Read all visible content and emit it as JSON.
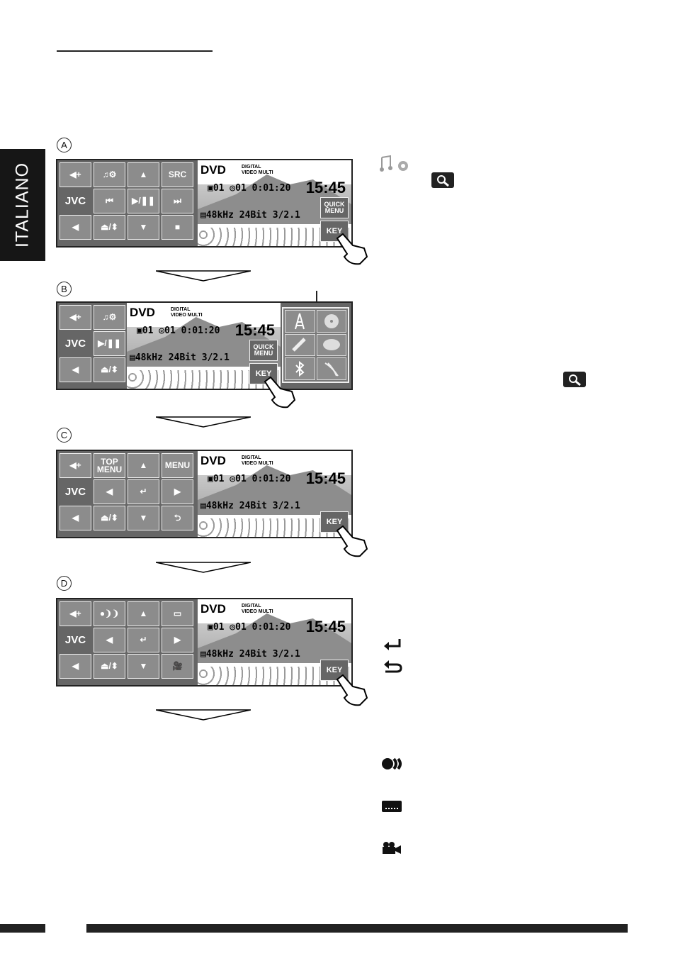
{
  "side_tab": "ITALIANO",
  "labels": [
    "A",
    "B",
    "C",
    "D"
  ],
  "panel_common": {
    "dvd": "DVD",
    "digital": "DIGITAL",
    "video": "VIDEO",
    "multi": "MULTI",
    "title_num": "01",
    "chapter_num": "01",
    "time": "0:01:20",
    "clock": "15:45",
    "audio": "48kHz  24Bit  3/2.1",
    "key": "KEY",
    "quick_menu": "QUICK MENU",
    "jvc": "JVC"
  },
  "panel_a": {
    "buttons": [
      "",
      "",
      "",
      "SRC",
      "JVC",
      "",
      "",
      "",
      "",
      "",
      "",
      ""
    ]
  },
  "panel_b": {
    "buttons": [
      "",
      "",
      "JVC",
      "",
      "",
      ""
    ]
  },
  "panel_c": {
    "buttons": [
      "",
      "TOP MENU",
      "",
      "MENU",
      "JVC",
      "",
      "",
      "",
      "",
      "",
      "",
      ""
    ]
  },
  "panel_d": {
    "buttons": [
      "",
      "",
      "",
      "",
      "JVC",
      "",
      "",
      "",
      "",
      "",
      "",
      ""
    ]
  },
  "icons": [
    "music-settings-icon",
    "magnify-icon",
    "enter-icon",
    "return-icon",
    "audio-icon",
    "subtitle-icon",
    "angle-icon"
  ]
}
